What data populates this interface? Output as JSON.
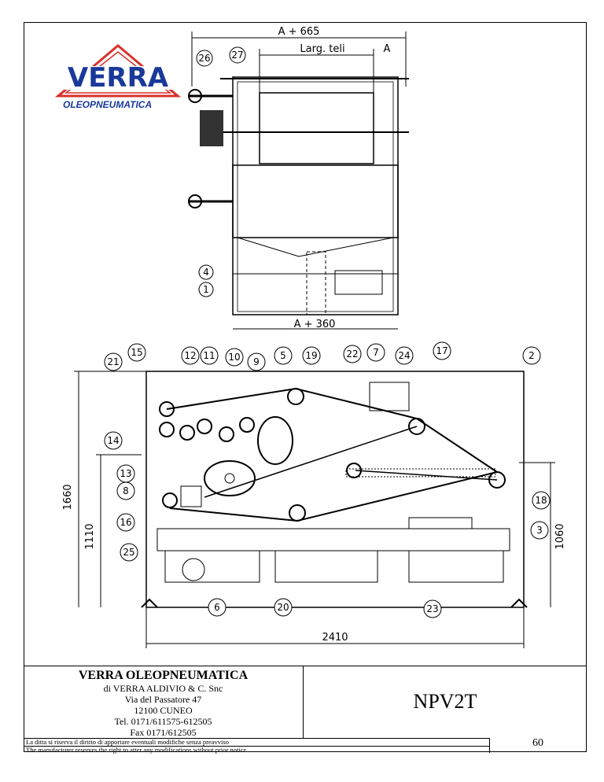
{
  "logo": {
    "brand": "VERRA",
    "subtitle": "OLEOPNEUMATICA"
  },
  "top_view": {
    "dimensions": {
      "top_total": "A + 665",
      "top_width": "Larg. teli",
      "top_a": "A",
      "bottom_total": "A + 360"
    },
    "callouts": [
      "26",
      "27",
      "4",
      "1"
    ]
  },
  "side_view": {
    "dimensions": {
      "total_height": "1660",
      "mid_height": "1110",
      "right_height": "1060",
      "total_length": "2410"
    },
    "callouts": [
      "21",
      "15",
      "12",
      "11",
      "10",
      "9",
      "5",
      "19",
      "22",
      "7",
      "24",
      "17",
      "2",
      "14",
      "13",
      "8",
      "16",
      "25",
      "6",
      "20",
      "23",
      "3",
      "18"
    ]
  },
  "title_block": {
    "company_name": "VERRA OLEOPNEUMATICA",
    "company_line1": "di VERRA ALDIVIO & C. Snc",
    "company_line2": "Via del Passatore 47",
    "company_line3": "12100 CUNEO",
    "company_line4": "Tel. 0171/611575-612505",
    "company_line5": "Fax 0171/612505",
    "model": "NPV2T",
    "note_it": "La ditta si riserva il diritto di apportare eventuali modifiche senza preavviso",
    "note_en": "The manufacturer reserves the right to atter any modifications without prior notice",
    "page_number": "60"
  },
  "colors": {
    "logo_red": "#d8312b",
    "logo_blue": "#1a3a9a",
    "ink": "#000000"
  }
}
